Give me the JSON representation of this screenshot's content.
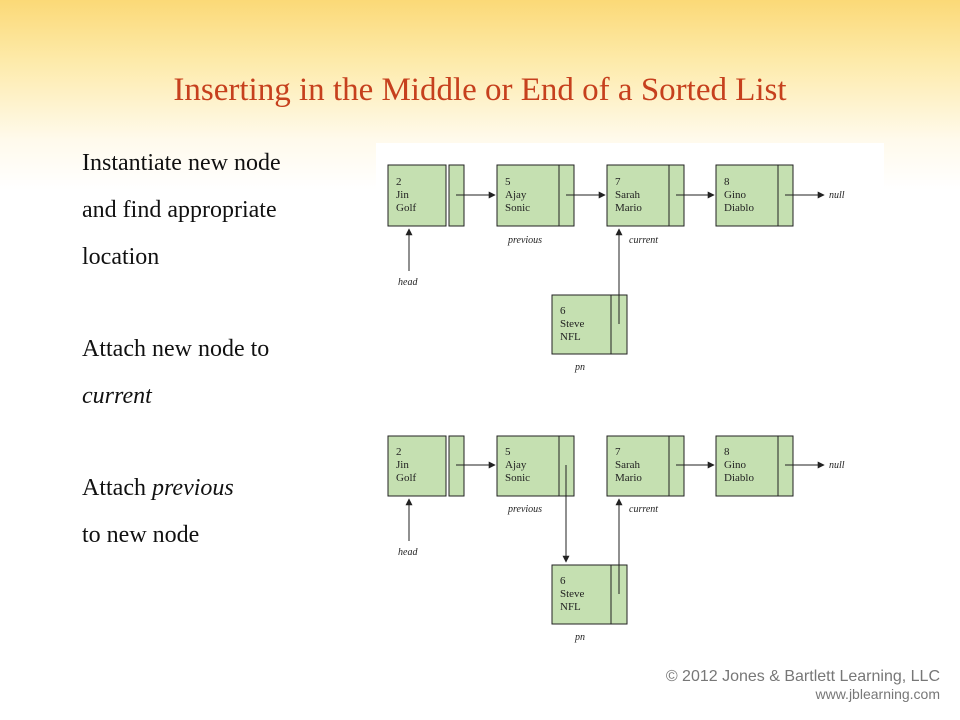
{
  "title": "Inserting in the Middle or End of a Sorted List",
  "bullets": {
    "step1": [
      "Instantiate new node",
      "and find appropriate",
      "location"
    ],
    "step2_line1": "Attach new node to",
    "step2_line2": "current",
    "step3_prefix": "Attach ",
    "step3_italic": "previous",
    "step3_line2": "to new node"
  },
  "diagram_top": {
    "nodes": [
      {
        "key": "2",
        "name": "Jin",
        "game": "Golf"
      },
      {
        "key": "5",
        "name": "Ajay",
        "game": "Sonic"
      },
      {
        "key": "7",
        "name": "Sarah",
        "game": "Mario"
      },
      {
        "key": "8",
        "name": "Gino",
        "game": "Diablo"
      }
    ],
    "new_node": {
      "key": "6",
      "name": "Steve",
      "game": "NFL"
    },
    "labels": {
      "null": "null",
      "head": "head",
      "previous": "previous",
      "current": "current",
      "pn": "pn"
    }
  },
  "diagram_bottom": {
    "nodes": [
      {
        "key": "2",
        "name": "Jin",
        "game": "Golf"
      },
      {
        "key": "5",
        "name": "Ajay",
        "game": "Sonic"
      },
      {
        "key": "7",
        "name": "Sarah",
        "game": "Mario"
      },
      {
        "key": "8",
        "name": "Gino",
        "game": "Diablo"
      }
    ],
    "new_node": {
      "key": "6",
      "name": "Steve",
      "game": "NFL"
    },
    "labels": {
      "null": "null",
      "head": "head",
      "previous": "previous",
      "current": "current",
      "pn": "pn"
    }
  },
  "colors": {
    "title": "#c6401d",
    "node_fill": "#c5e0b1",
    "node_stroke": "#222222"
  },
  "copyright": {
    "line1": "© 2012 Jones & Bartlett Learning, LLC",
    "line2": "www.jblearning.com"
  }
}
